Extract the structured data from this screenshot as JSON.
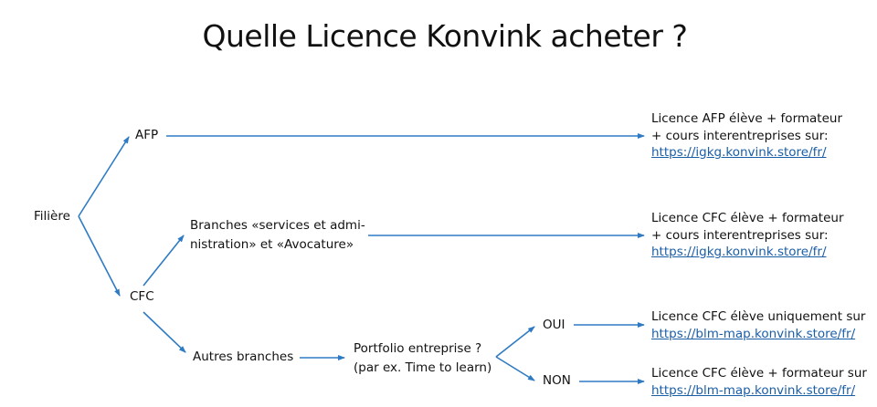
{
  "title": "Quelle Licence Konvink acheter ?",
  "colors": {
    "arrow": "#2e7bc4",
    "link": "#1a5ea8",
    "text": "#111111"
  },
  "nodes": {
    "filiere": "Filière",
    "afp": "AFP",
    "cfc": "CFC",
    "branches_services_line1": "Branches «services et admi-",
    "branches_services_line2": "nistration» et «Avocature»",
    "autres_branches": "Autres branches",
    "portfolio_line1": "Portfolio entreprise ?",
    "portfolio_line2": "(par ex. Time to learn)",
    "oui": "OUI",
    "non": "NON"
  },
  "results": [
    {
      "line1": "Licence AFP élève + formateur",
      "line2": "+ cours interentreprises sur:",
      "link": "https://igkg.konvink.store/fr/"
    },
    {
      "line1": "Licence CFC élève + formateur",
      "line2": "+ cours interentreprises sur:",
      "link": "https://igkg.konvink.store/fr/"
    },
    {
      "line1": "Licence CFC élève uniquement sur",
      "link": "https://blm-map.konvink.store/fr/"
    },
    {
      "line1": "Licence CFC élève + formateur sur",
      "link": "https://blm-map.konvink.store/fr/"
    }
  ]
}
